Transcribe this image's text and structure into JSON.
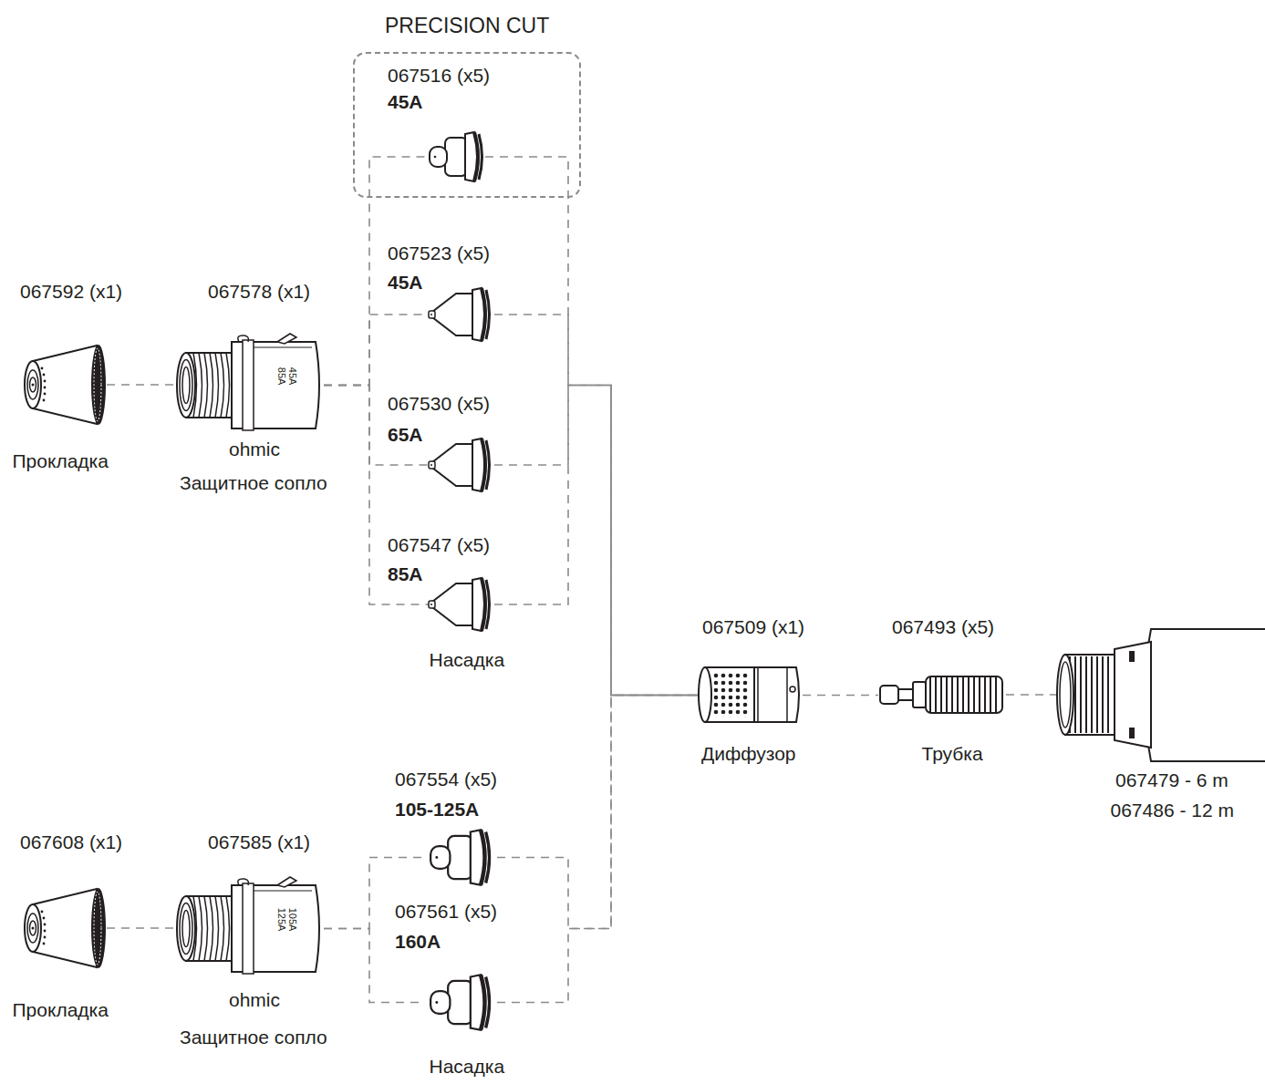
{
  "diagram": {
    "nodes": [
      {
        "text": [
          "PRECISION CUT"
        ]
      },
      {
        "text": [
          "067516 (x5)",
          "45A"
        ],
        "in": 0
      },
      {
        "text": [
          "067592 (x1)",
          "Прокладка"
        ]
      },
      {
        "text": [
          "067578 (x1)",
          "45A 85A",
          "ohmic",
          "Защитное сопло"
        ]
      },
      {
        "text": [
          "067523 (x5)",
          "45A"
        ]
      },
      {
        "text": [
          "067530 (x5)",
          "65A"
        ]
      },
      {
        "text": [
          "067547 (x5)",
          "85A"
        ]
      },
      {
        "text": [
          "067509 (x1)",
          "Диффузор"
        ]
      },
      {
        "text": [
          "067493 (x5)",
          "Трубка"
        ]
      },
      {
        "text": [
          "067479 - 6 m",
          "067486 - 12 m"
        ]
      },
      {
        "text": [
          "067608 (x1)",
          "Прокладка"
        ]
      },
      {
        "text": [
          "067585 (x1)",
          "105A 125A",
          "ohmic",
          "Защитное сопло"
        ]
      },
      {
        "text": [
          "067554 (x5)",
          "105-125A"
        ]
      },
      {
        "text": [
          "067561 (x5)",
          "160A"
        ]
      }
    ],
    "edges": [
      {
        "from": 2,
        "to": 3,
        "arrow": "none"
      },
      {
        "from": 3,
        "to": 1,
        "arrow": "none"
      },
      {
        "from": 3,
        "to": 4,
        "arrow": "none"
      },
      {
        "from": 3,
        "to": 5,
        "arrow": "none"
      },
      {
        "from": 3,
        "to": 6,
        "arrow": "none"
      },
      {
        "from": 1,
        "to": 7,
        "arrow": "none"
      },
      {
        "from": 4,
        "to": 7,
        "arrow": "none"
      },
      {
        "from": 5,
        "to": 7,
        "arrow": "none"
      },
      {
        "from": 6,
        "to": 7,
        "arrow": "none"
      },
      {
        "from": 7,
        "to": 8,
        "arrow": "none"
      },
      {
        "from": 8,
        "to": 9,
        "arrow": "none"
      },
      {
        "from": 10,
        "to": 11,
        "arrow": "none"
      },
      {
        "from": 11,
        "to": 12,
        "arrow": "none"
      },
      {
        "from": 11,
        "to": 13,
        "arrow": "none"
      },
      {
        "from": 12,
        "to": 7,
        "arrow": "none"
      },
      {
        "from": 13,
        "to": 7,
        "arrow": "none"
      }
    ],
    "labels": [
      "Насадка",
      "Насадка"
    ]
  }
}
